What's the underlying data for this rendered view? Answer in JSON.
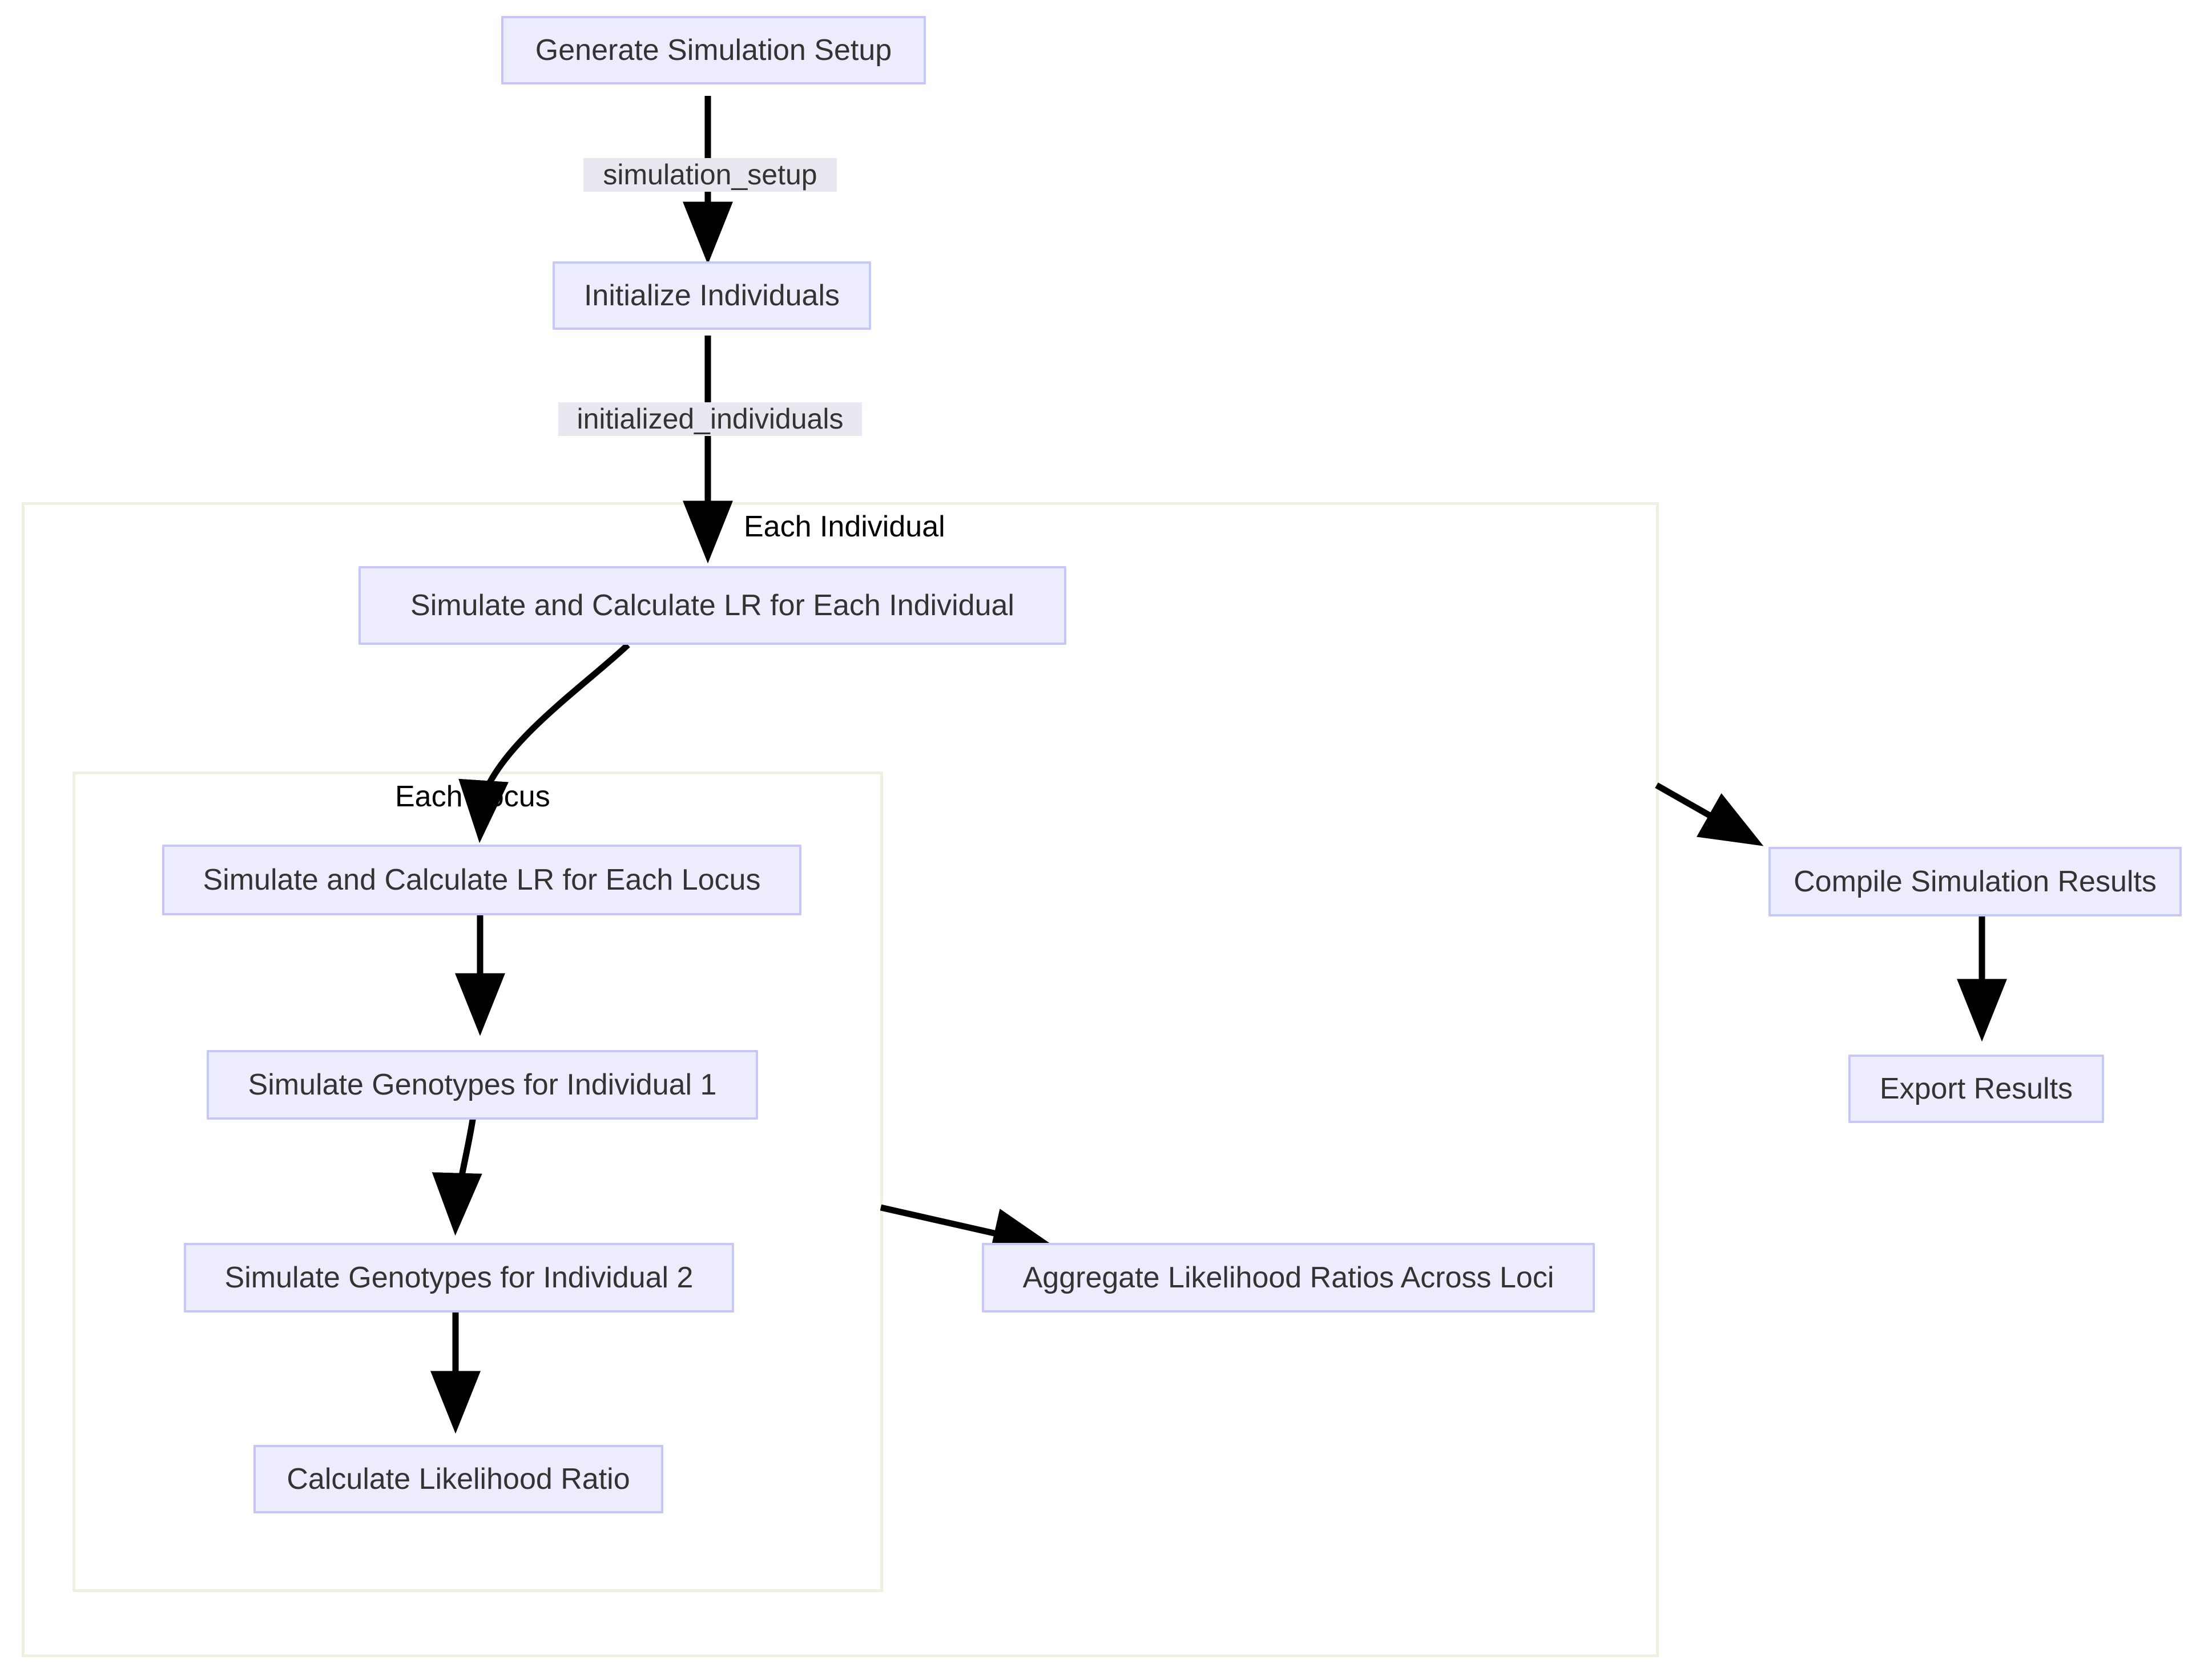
{
  "diagram": {
    "type": "flowchart",
    "direction": "top-down",
    "title": "",
    "theme": {
      "background": "#ffffff",
      "node_fill": "#ececfc",
      "node_stroke": "#c7c7f6",
      "node_text": "#333333",
      "edge_stroke": "#000000",
      "cluster_stroke": "#eff0df",
      "cluster_fill": "#ffffff",
      "edge_label_background": "#e8e8f0",
      "cluster_label_text": "#000000"
    }
  },
  "nodes": [
    {
      "id": "generate_setup",
      "label": "Generate Simulation Setup"
    },
    {
      "id": "initialize",
      "label": "Initialize Individuals"
    },
    {
      "id": "sim_lr_individual",
      "label": "Simulate and Calculate LR for Each Individual"
    },
    {
      "id": "sim_lr_locus",
      "label": "Simulate and Calculate LR for Each Locus"
    },
    {
      "id": "genotypes_ind1",
      "label": "Simulate Genotypes for Individual 1"
    },
    {
      "id": "genotypes_ind2",
      "label": "Simulate Genotypes for Individual 2"
    },
    {
      "id": "calc_lr",
      "label": "Calculate Likelihood Ratio"
    },
    {
      "id": "aggregate_lr",
      "label": "Aggregate Likelihood Ratios Across Loci"
    },
    {
      "id": "compile_results",
      "label": "Compile Simulation Results"
    },
    {
      "id": "export_results",
      "label": "Export Results"
    }
  ],
  "clusters": [
    {
      "id": "each_individual",
      "label": "Each Individual"
    },
    {
      "id": "each_locus",
      "label": "Each Locus"
    }
  ],
  "edges": [
    {
      "from": "generate_setup",
      "to": "initialize",
      "label": "simulation_setup"
    },
    {
      "from": "initialize",
      "to": "sim_lr_individual",
      "label": "initialized_individuals"
    },
    {
      "from": "sim_lr_individual",
      "to": "sim_lr_locus",
      "label": ""
    },
    {
      "from": "sim_lr_locus",
      "to": "genotypes_ind1",
      "label": ""
    },
    {
      "from": "genotypes_ind1",
      "to": "genotypes_ind2",
      "label": ""
    },
    {
      "from": "genotypes_ind2",
      "to": "calc_lr",
      "label": ""
    },
    {
      "from": "calc_lr",
      "to": "aggregate_lr",
      "label": ""
    },
    {
      "from": "aggregate_lr",
      "to": "compile_results",
      "label": ""
    },
    {
      "from": "compile_results",
      "to": "export_results",
      "label": ""
    }
  ],
  "edge_labels": {
    "simulation_setup": "simulation_setup",
    "initialized_individuals": "initialized_individuals"
  }
}
